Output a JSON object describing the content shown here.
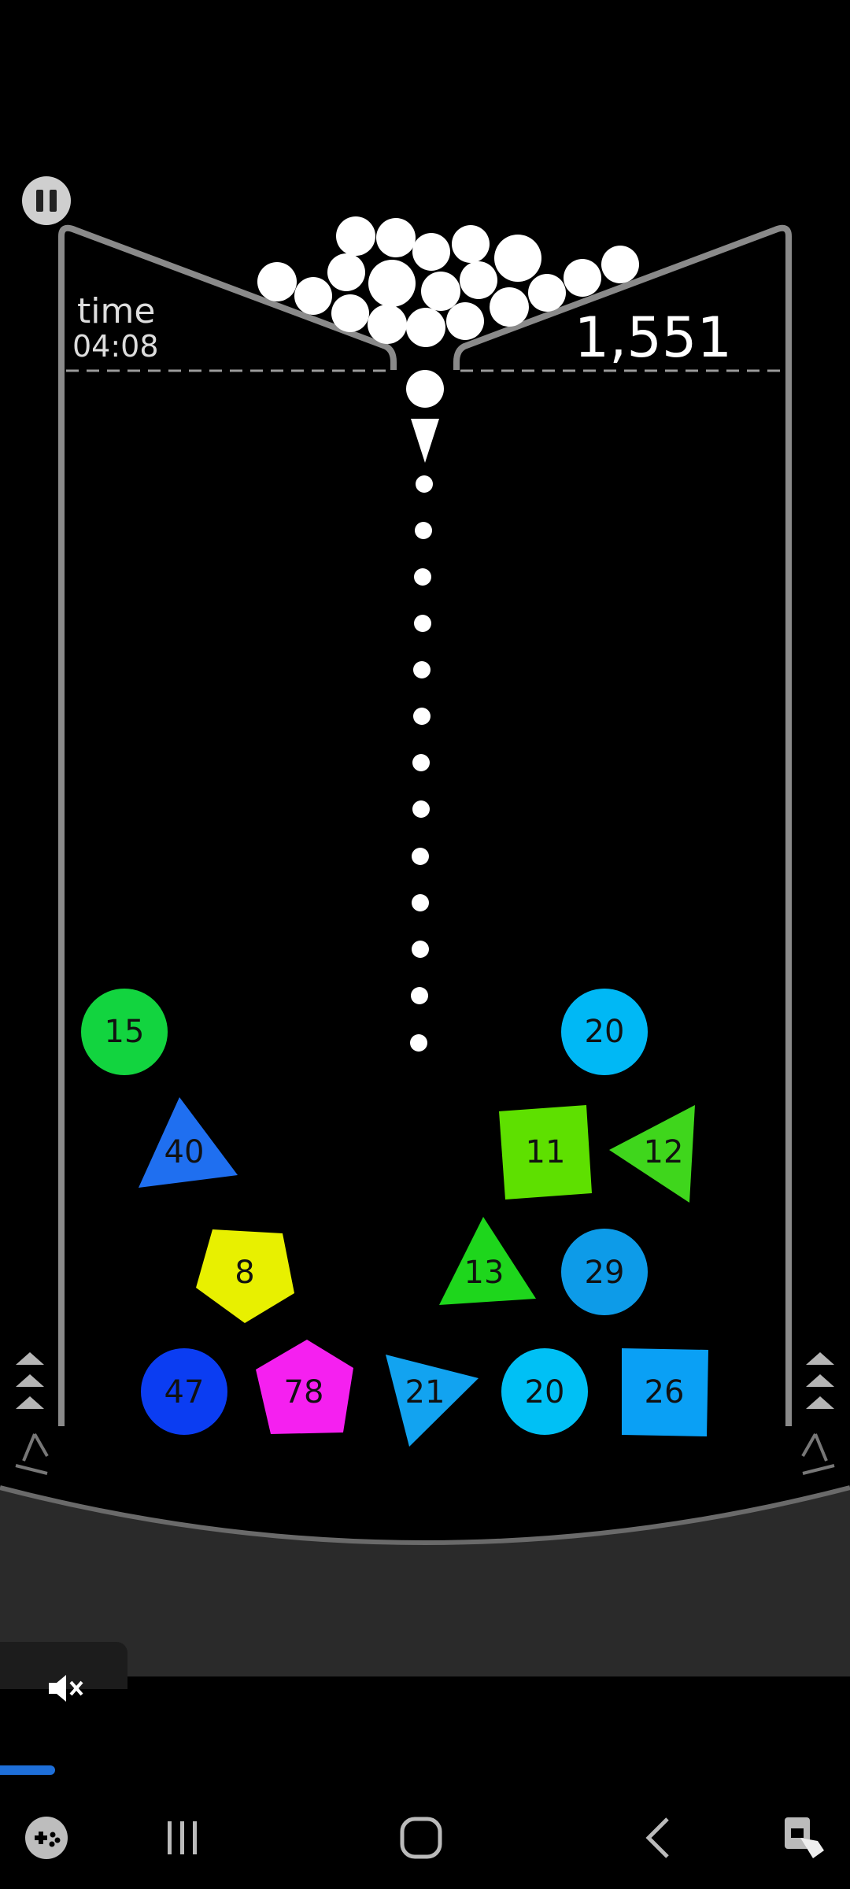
{
  "hud": {
    "time_label": "time",
    "time_value": "04:08",
    "score": "1,551"
  },
  "shapes": [
    {
      "shape": "circle",
      "label": "15",
      "color": "#12d43f"
    },
    {
      "shape": "circle",
      "label": "20",
      "color": "#00b8f5"
    },
    {
      "shape": "triangle",
      "label": "40",
      "color": "#1f6ff0"
    },
    {
      "shape": "square",
      "label": "11",
      "color": "#5ee000"
    },
    {
      "shape": "triangle",
      "label": "12",
      "color": "#3fd61c"
    },
    {
      "shape": "pentagon",
      "label": "8",
      "color": "#e8f000"
    },
    {
      "shape": "triangle",
      "label": "13",
      "color": "#1ed61c"
    },
    {
      "shape": "circle",
      "label": "29",
      "color": "#0d9be8"
    },
    {
      "shape": "circle",
      "label": "47",
      "color": "#0b3df2"
    },
    {
      "shape": "pentagon",
      "label": "78",
      "color": "#f520f0"
    },
    {
      "shape": "triangle",
      "label": "21",
      "color": "#12a3f0"
    },
    {
      "shape": "circle",
      "label": "20",
      "color": "#00c0f5"
    },
    {
      "shape": "square",
      "label": "26",
      "color": "#0aa0f5"
    }
  ],
  "media": {
    "mute_icon": "volume-muted-icon",
    "progress_fraction": 0.065
  },
  "navbar": {
    "icons": [
      "game-launcher-icon",
      "recent-apps-icon",
      "home-icon",
      "back-icon",
      "screen-lock-touch-icon"
    ]
  }
}
